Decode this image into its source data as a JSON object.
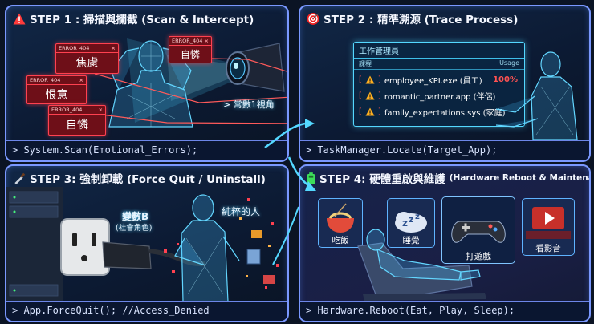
{
  "steps": [
    {
      "title": "STEP 1 : 掃描與攔截 (Scan & Intercept)",
      "code": "> System.Scan(Emotional_Errors);"
    },
    {
      "title": "STEP 2 : 精準溯源 (Trace Process)",
      "code": "> TaskManager.Locate(Target_App);"
    },
    {
      "title": "STEP 3: 強制卸載 (Force Quit / Uninstall)",
      "code": "> App.ForceQuit(); //Access_Denied"
    },
    {
      "title": "STEP 4: 硬體重啟與維護",
      "title_small": "(Hardware Reboot & Maintenance)",
      "code": "> Hardware.Reboot(Eat, Play, Sleep);"
    }
  ],
  "errors": [
    {
      "code": "ERROR_404",
      "close": "×",
      "word": "焦慮"
    },
    {
      "code": "ERROR_404",
      "close": "×",
      "word": "恨意"
    },
    {
      "code": "ERROR_404",
      "close": "×",
      "word": "自憐"
    },
    {
      "code": "ERROR_404",
      "close": "×",
      "word": "自憐"
    }
  ],
  "camera_label": "> 常數1視角",
  "task_manager": {
    "title": "工作管理員",
    "col_process": "課程",
    "col_usage": "Usage",
    "rows": [
      {
        "name": "employee_KPI.exe (員工)",
        "usage": "100%"
      },
      {
        "name": "romantic_partner.app (伴侶)",
        "usage": ""
      },
      {
        "name": "family_expectations.sys (家庭)",
        "usage": ""
      }
    ]
  },
  "step3_labels": {
    "variable": "變數B",
    "variable_sub": "(社會角色)",
    "pure": "純粹的人"
  },
  "activities": [
    {
      "label": "吃飯",
      "icon": "bowl-icon"
    },
    {
      "label": "睡覺",
      "icon": "sleep-icon"
    },
    {
      "label": "打遊戲",
      "icon": "gamepad-icon"
    },
    {
      "label": "看影音",
      "icon": "popcorn-icon"
    }
  ],
  "colors": {
    "frame": "#7a98ff",
    "error": "#ff4150",
    "cyan": "#54d8ff",
    "warn": "#ffb020",
    "battery": "#3ddc5a"
  }
}
